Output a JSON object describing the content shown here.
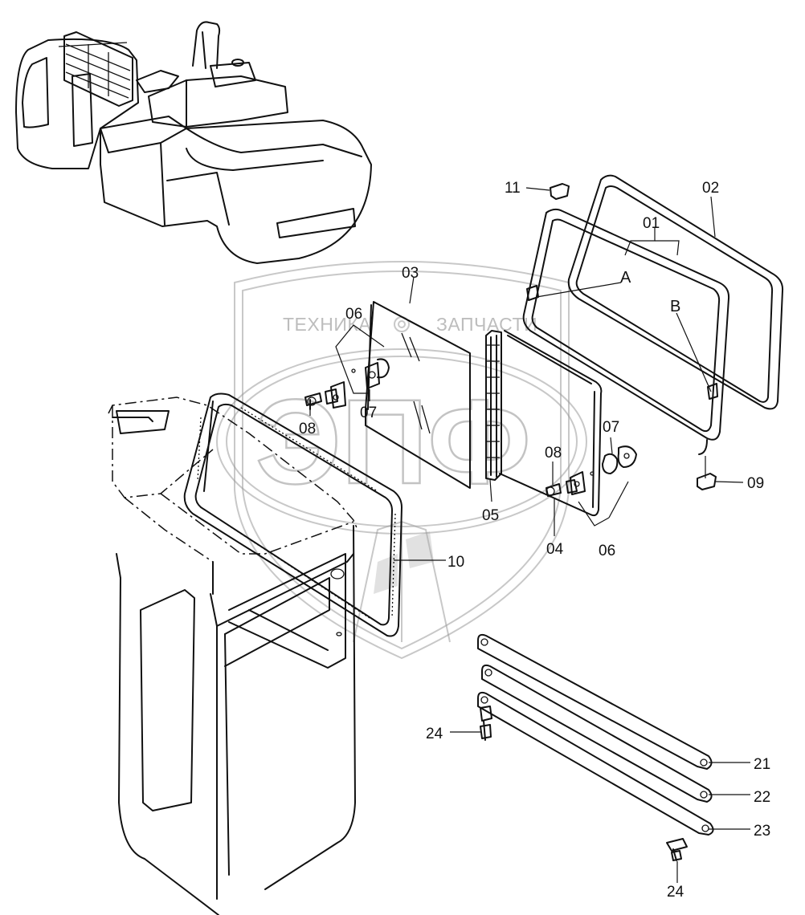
{
  "watermark": {
    "left_text": "ТЕХНИКА",
    "right_text": "ЗАПЧАСТИ",
    "big_text": "ЭПФ"
  },
  "callouts": [
    {
      "id": "01",
      "text": "01"
    },
    {
      "id": "02",
      "text": "02"
    },
    {
      "id": "03",
      "text": "03"
    },
    {
      "id": "04",
      "text": "04"
    },
    {
      "id": "05",
      "text": "05"
    },
    {
      "id": "06a",
      "text": "06"
    },
    {
      "id": "06b",
      "text": "06"
    },
    {
      "id": "07a",
      "text": "07"
    },
    {
      "id": "07b",
      "text": "07"
    },
    {
      "id": "08a",
      "text": "08"
    },
    {
      "id": "08b",
      "text": "08"
    },
    {
      "id": "09",
      "text": "09"
    },
    {
      "id": "10",
      "text": "10"
    },
    {
      "id": "11",
      "text": "11"
    },
    {
      "id": "21",
      "text": "21"
    },
    {
      "id": "22",
      "text": "22"
    },
    {
      "id": "23",
      "text": "23"
    },
    {
      "id": "24a",
      "text": "24"
    },
    {
      "id": "24b",
      "text": "24"
    },
    {
      "id": "A",
      "text": "A"
    },
    {
      "id": "B",
      "text": "B"
    }
  ]
}
